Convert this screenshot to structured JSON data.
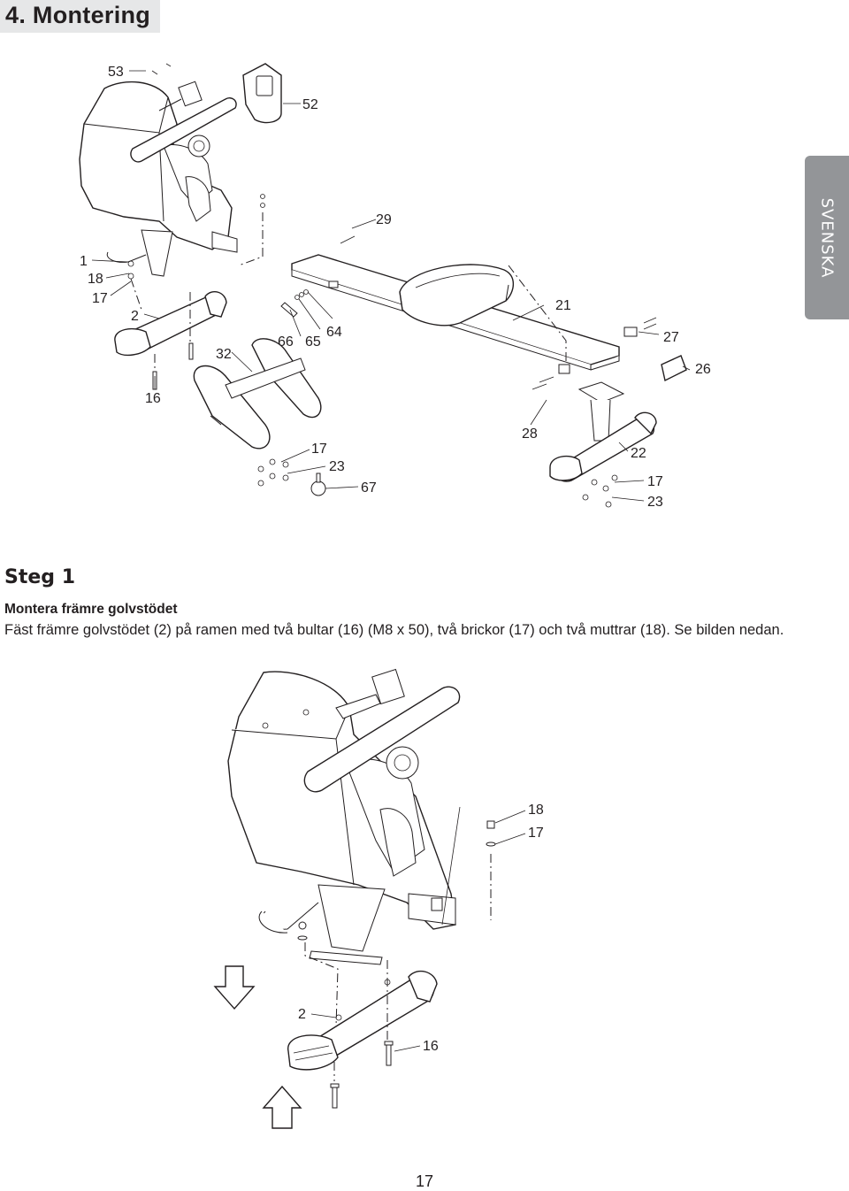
{
  "header": {
    "title": "4. Montering"
  },
  "language_tab": {
    "label": "SVENSKA"
  },
  "diagram_top": {
    "callouts": {
      "c53": "53",
      "c52": "52",
      "c29": "29",
      "c1": "1",
      "c18": "18",
      "c17a": "17",
      "c2": "2",
      "c21": "21",
      "c66": "66",
      "c65": "65",
      "c64": "64",
      "c27": "27",
      "c32": "32",
      "c26": "26",
      "c16": "16",
      "c17b": "17",
      "c28": "28",
      "c23a": "23",
      "c22": "22",
      "c67": "67",
      "c17c": "17",
      "c23b": "23"
    }
  },
  "step": {
    "title": "Steg 1",
    "subtitle": "Montera främre golvstödet",
    "text": "Fäst främre golvstödet (2) på ramen med två bultar (16) (M8 x 50), två brickor (17) och två muttrar (18). Se bilden nedan."
  },
  "diagram_bottom": {
    "callouts": {
      "c18": "18",
      "c17": "17",
      "c2": "2",
      "c16": "16"
    }
  },
  "footer": {
    "page_number": "17"
  },
  "colors": {
    "header_bg": "#e6e7e8",
    "tab_bg": "#939598",
    "text": "#231f20"
  }
}
